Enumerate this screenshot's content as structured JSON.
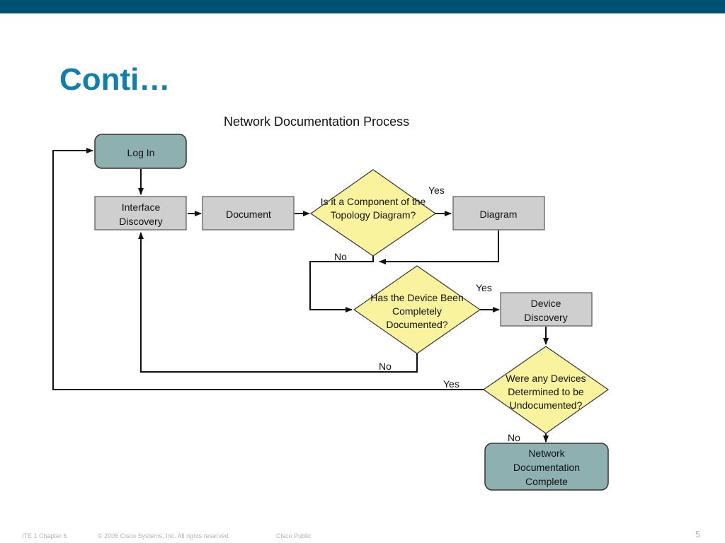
{
  "slide": {
    "title": "Conti…",
    "page_number": "5"
  },
  "diagram": {
    "title": "Network Documentation Process",
    "nodes": {
      "log_in": "Log In",
      "interface_discovery": [
        "Interface",
        "Discovery"
      ],
      "document": "Document",
      "topology_decision": [
        "Is it a Component of the",
        "Topology Diagram?"
      ],
      "diagram": "Diagram",
      "device_documented_decision": [
        "Has the Device Been",
        "Completely",
        "Documented?"
      ],
      "device_discovery": [
        "Device",
        "Discovery"
      ],
      "undocumented_decision": [
        "Were any Devices",
        "Determined to be",
        "Undocumented?"
      ],
      "complete": [
        "Network",
        "Documentation",
        "Complete"
      ]
    },
    "edge_labels": {
      "topology_yes": "Yes",
      "topology_no": "No",
      "documented_yes": "Yes",
      "documented_no": "No",
      "undocumented_yes": "Yes",
      "undocumented_no": "No"
    },
    "colors": {
      "terminal_fill": "#8fb0b0",
      "process_fill": "#cfcfcf",
      "decision_fill": "#f8f39c"
    }
  },
  "footer": {
    "course": "ITE 1 Chapter 6",
    "copyright": "© 2006 Cisco Systems, Inc. All rights reserved.",
    "classification": "Cisco Public"
  }
}
